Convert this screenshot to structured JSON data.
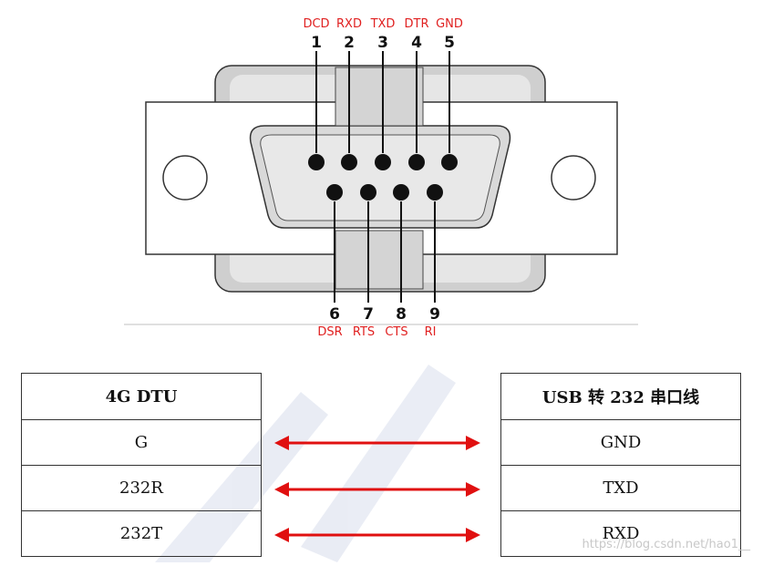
{
  "pins_top": [
    {
      "num": "1",
      "signal": "DCD"
    },
    {
      "num": "2",
      "signal": "RXD"
    },
    {
      "num": "3",
      "signal": "TXD"
    },
    {
      "num": "4",
      "signal": "DTR"
    },
    {
      "num": "5",
      "signal": "GND"
    }
  ],
  "pins_bottom": [
    {
      "num": "6",
      "signal": "DSR"
    },
    {
      "num": "7",
      "signal": "RTS"
    },
    {
      "num": "8",
      "signal": "CTS"
    },
    {
      "num": "9",
      "signal": "RI"
    }
  ],
  "table_left": {
    "header": "4G DTU",
    "rows": [
      "G",
      "232R",
      "232T"
    ]
  },
  "table_right": {
    "header": "USB 转 232 串口线",
    "rows": [
      "GND",
      "TXD",
      "RXD"
    ]
  },
  "watermark": "https://blog.csdn.net/hao1__",
  "colors": {
    "signal_label": "#e02020",
    "arrow": "#e01010",
    "pin": "#111111",
    "connector_gray": "#c8c8c8"
  }
}
